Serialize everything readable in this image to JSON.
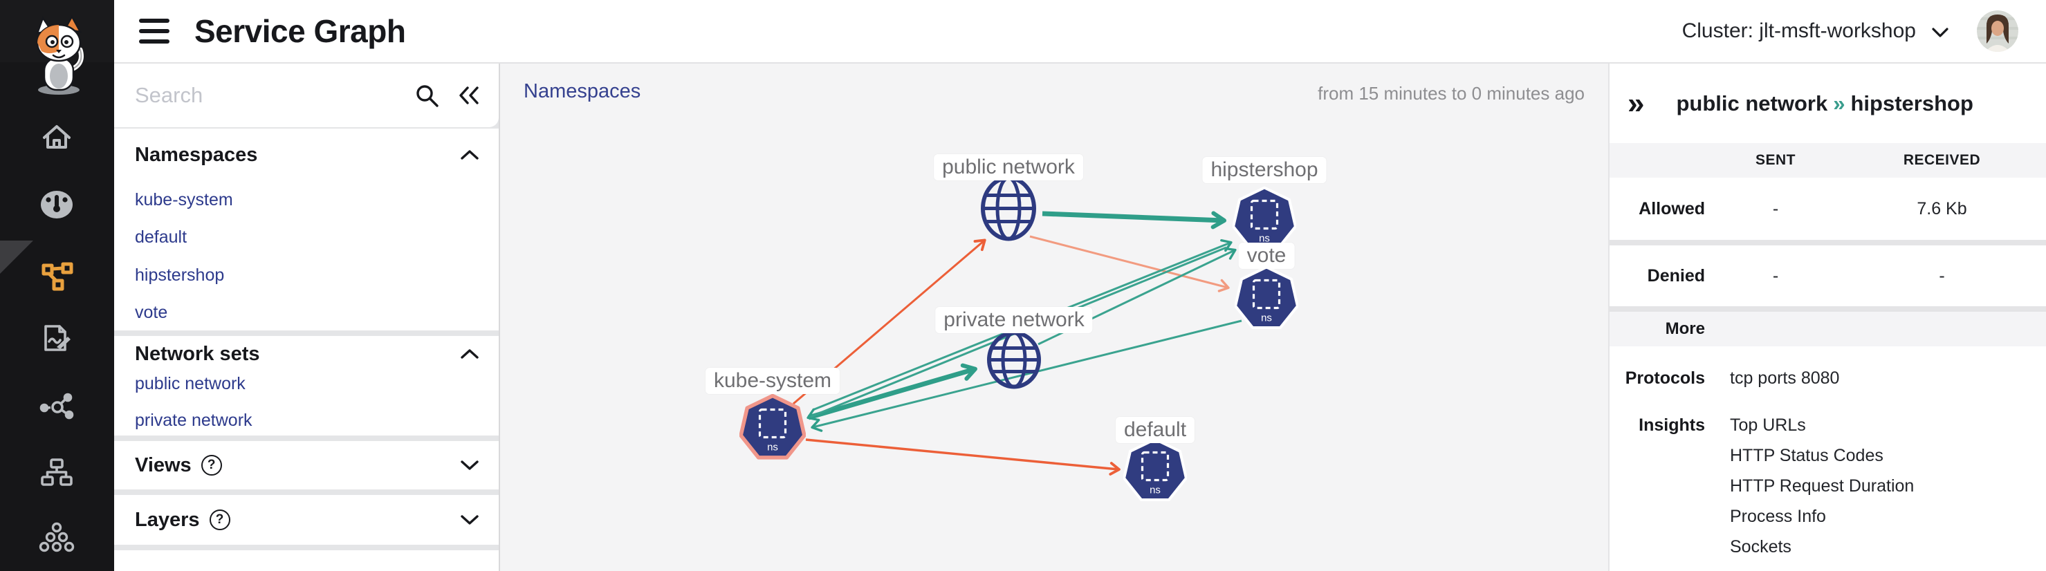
{
  "header": {
    "title": "Service Graph",
    "cluster_label": "Cluster: jlt-msft-workshop"
  },
  "rail": {
    "items": [
      "home",
      "dashboard",
      "service-graph",
      "reports",
      "network-flows",
      "hierarchy",
      "cluster-resources"
    ],
    "active_item": "service-graph"
  },
  "sidebar": {
    "search_placeholder": "Search",
    "sections": [
      {
        "label": "Namespaces",
        "expanded": true,
        "items": [
          "kube-system",
          "default",
          "hipstershop",
          "vote"
        ]
      },
      {
        "label": "Network sets",
        "expanded": true,
        "items": [
          "public network",
          "private network"
        ]
      },
      {
        "label": "Views",
        "expanded": false,
        "has_help": true,
        "items": []
      },
      {
        "label": "Layers",
        "expanded": false,
        "has_help": true,
        "items": []
      }
    ]
  },
  "canvas": {
    "view_label": "Namespaces",
    "time_range": "from 15 minutes to 0 minutes ago",
    "node_badge": "ns",
    "nodes": [
      {
        "id": "public-network",
        "type": "network",
        "label": "public network"
      },
      {
        "id": "hipstershop",
        "type": "namespace",
        "label": "hipstershop"
      },
      {
        "id": "vote",
        "type": "namespace",
        "label": "vote"
      },
      {
        "id": "private-network",
        "type": "network",
        "label": "private network"
      },
      {
        "id": "kube-system",
        "type": "namespace",
        "label": "kube-system",
        "highlighted": true
      },
      {
        "id": "default",
        "type": "namespace",
        "label": "default"
      }
    ],
    "edges": [
      {
        "from": "public network",
        "to": "hipstershop",
        "color": "teal",
        "weight": "thick"
      },
      {
        "from": "public network",
        "to": "vote",
        "color": "salmon",
        "weight": "thin"
      },
      {
        "from": "kube-system",
        "to": "public network",
        "color": "orange",
        "weight": "thin"
      },
      {
        "from": "kube-system",
        "to": "private network",
        "color": "teal",
        "weight": "thick"
      },
      {
        "from": "kube-system",
        "to": "hipstershop",
        "color": "teal",
        "weight": "thin"
      },
      {
        "from": "private network",
        "to": "hipstershop",
        "color": "teal",
        "weight": "thin"
      },
      {
        "from": "vote",
        "to": "kube-system",
        "color": "teal",
        "weight": "thin"
      },
      {
        "from": "hipstershop",
        "to": "kube-system",
        "color": "teal",
        "weight": "thin"
      },
      {
        "from": "kube-system",
        "to": "default",
        "color": "orange",
        "weight": "thin"
      }
    ]
  },
  "details_panel": {
    "collapse_icon": "»",
    "breadcrumb": {
      "source": "public network",
      "separator": "»",
      "target": "hipstershop"
    },
    "traffic_table": {
      "columns": [
        "SENT",
        "RECEIVED"
      ],
      "rows": [
        {
          "label": "Allowed",
          "sent": "-",
          "received": "7.6 Kb"
        },
        {
          "label": "Denied",
          "sent": "-",
          "received": "-"
        }
      ]
    },
    "more_section": {
      "title": "More",
      "protocols_label": "Protocols",
      "protocols_value": "tcp ports 8080",
      "insights_label": "Insights",
      "insights": [
        "Top URLs",
        "HTTP Status Codes",
        "HTTP Request Duration",
        "Process Info",
        "Sockets"
      ]
    }
  },
  "colors": {
    "accent_orange": "#e9a13e",
    "node_navy": "#303c80",
    "link_navy": "#2d3a8c",
    "edge_teal": "#2f9e89",
    "edge_salmon": "#f29b80",
    "edge_orange": "#ec5f38",
    "highlight_halo": "#f0968a",
    "node_label_gray": "#6f6f72"
  }
}
